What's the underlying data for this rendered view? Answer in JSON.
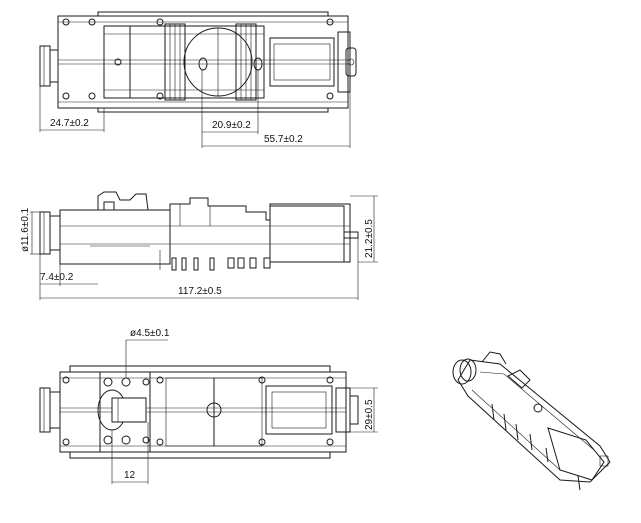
{
  "drawing": {
    "top_view": {
      "dim_left": "24.7±0.2",
      "dim_center": "20.9±0.2",
      "dim_right": "55.7±0.2"
    },
    "side_view": {
      "dim_diameter": "ø11.6±0.1",
      "dim_height": "21.2±0.5",
      "dim_offset": "7.4±0.2",
      "dim_total": "117.2±0.5"
    },
    "bottom_view": {
      "dim_hole": "ø4.5±0.1",
      "dim_width": "29±0.5",
      "dim_pitch": "12"
    }
  }
}
